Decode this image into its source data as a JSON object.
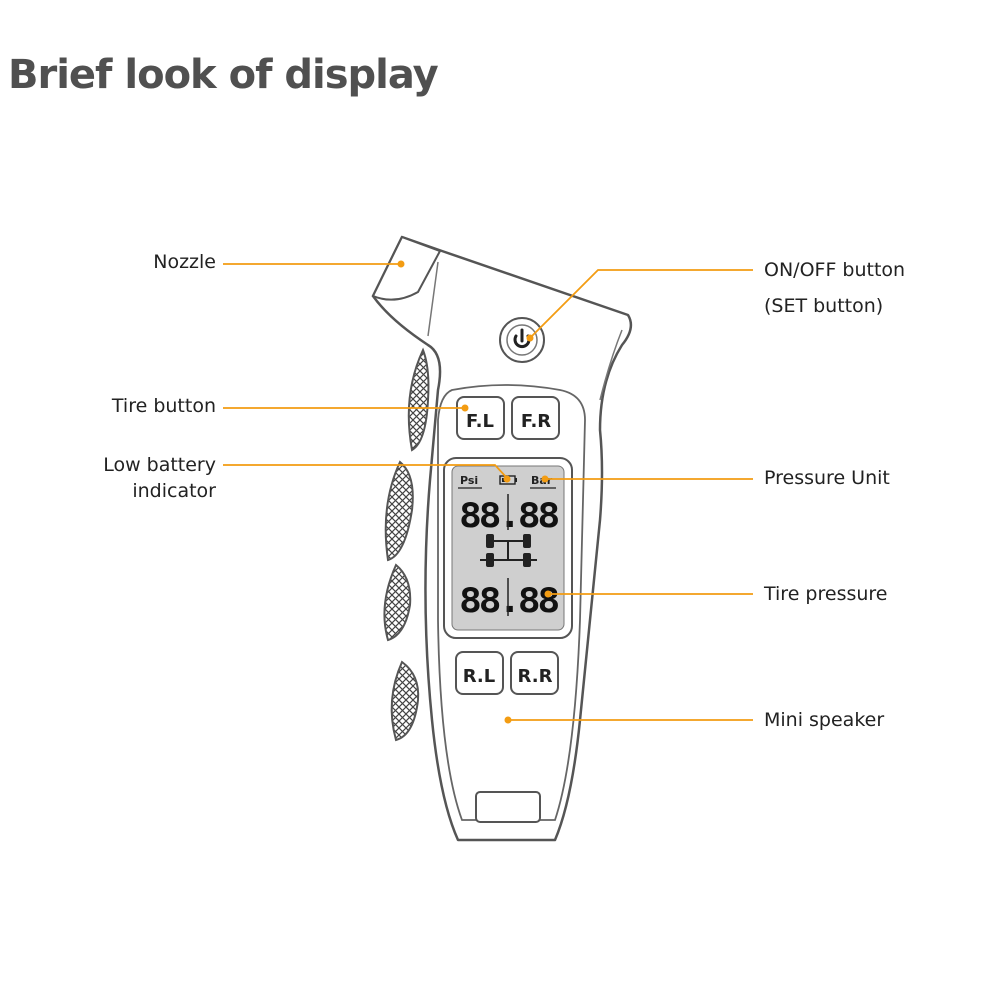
{
  "title": "Brief look of display",
  "colors": {
    "accent": "#f39c12",
    "outline": "#555555",
    "lcd": "#cfcfcf",
    "title": "#505050"
  },
  "labels": {
    "nozzle": "Nozzle",
    "tire_button": "Tire button",
    "low_battery_line1": "Low battery",
    "low_battery_line2": "indicator",
    "onoff_line1": "ON/OFF button",
    "onoff_line2": "(SET button)",
    "pressure_unit": "Pressure Unit",
    "tire_pressure": "Tire pressure",
    "mini_speaker": "Mini speaker"
  },
  "device": {
    "buttons": {
      "front_left": "F.L",
      "front_right": "F.R",
      "rear_left": "R.L",
      "rear_right": "R.R"
    },
    "lcd": {
      "unit_psi": "Psi",
      "unit_bar": "Bar",
      "top_reading": "88.88",
      "bottom_reading": "88.88"
    },
    "power_icon": "power-icon"
  }
}
